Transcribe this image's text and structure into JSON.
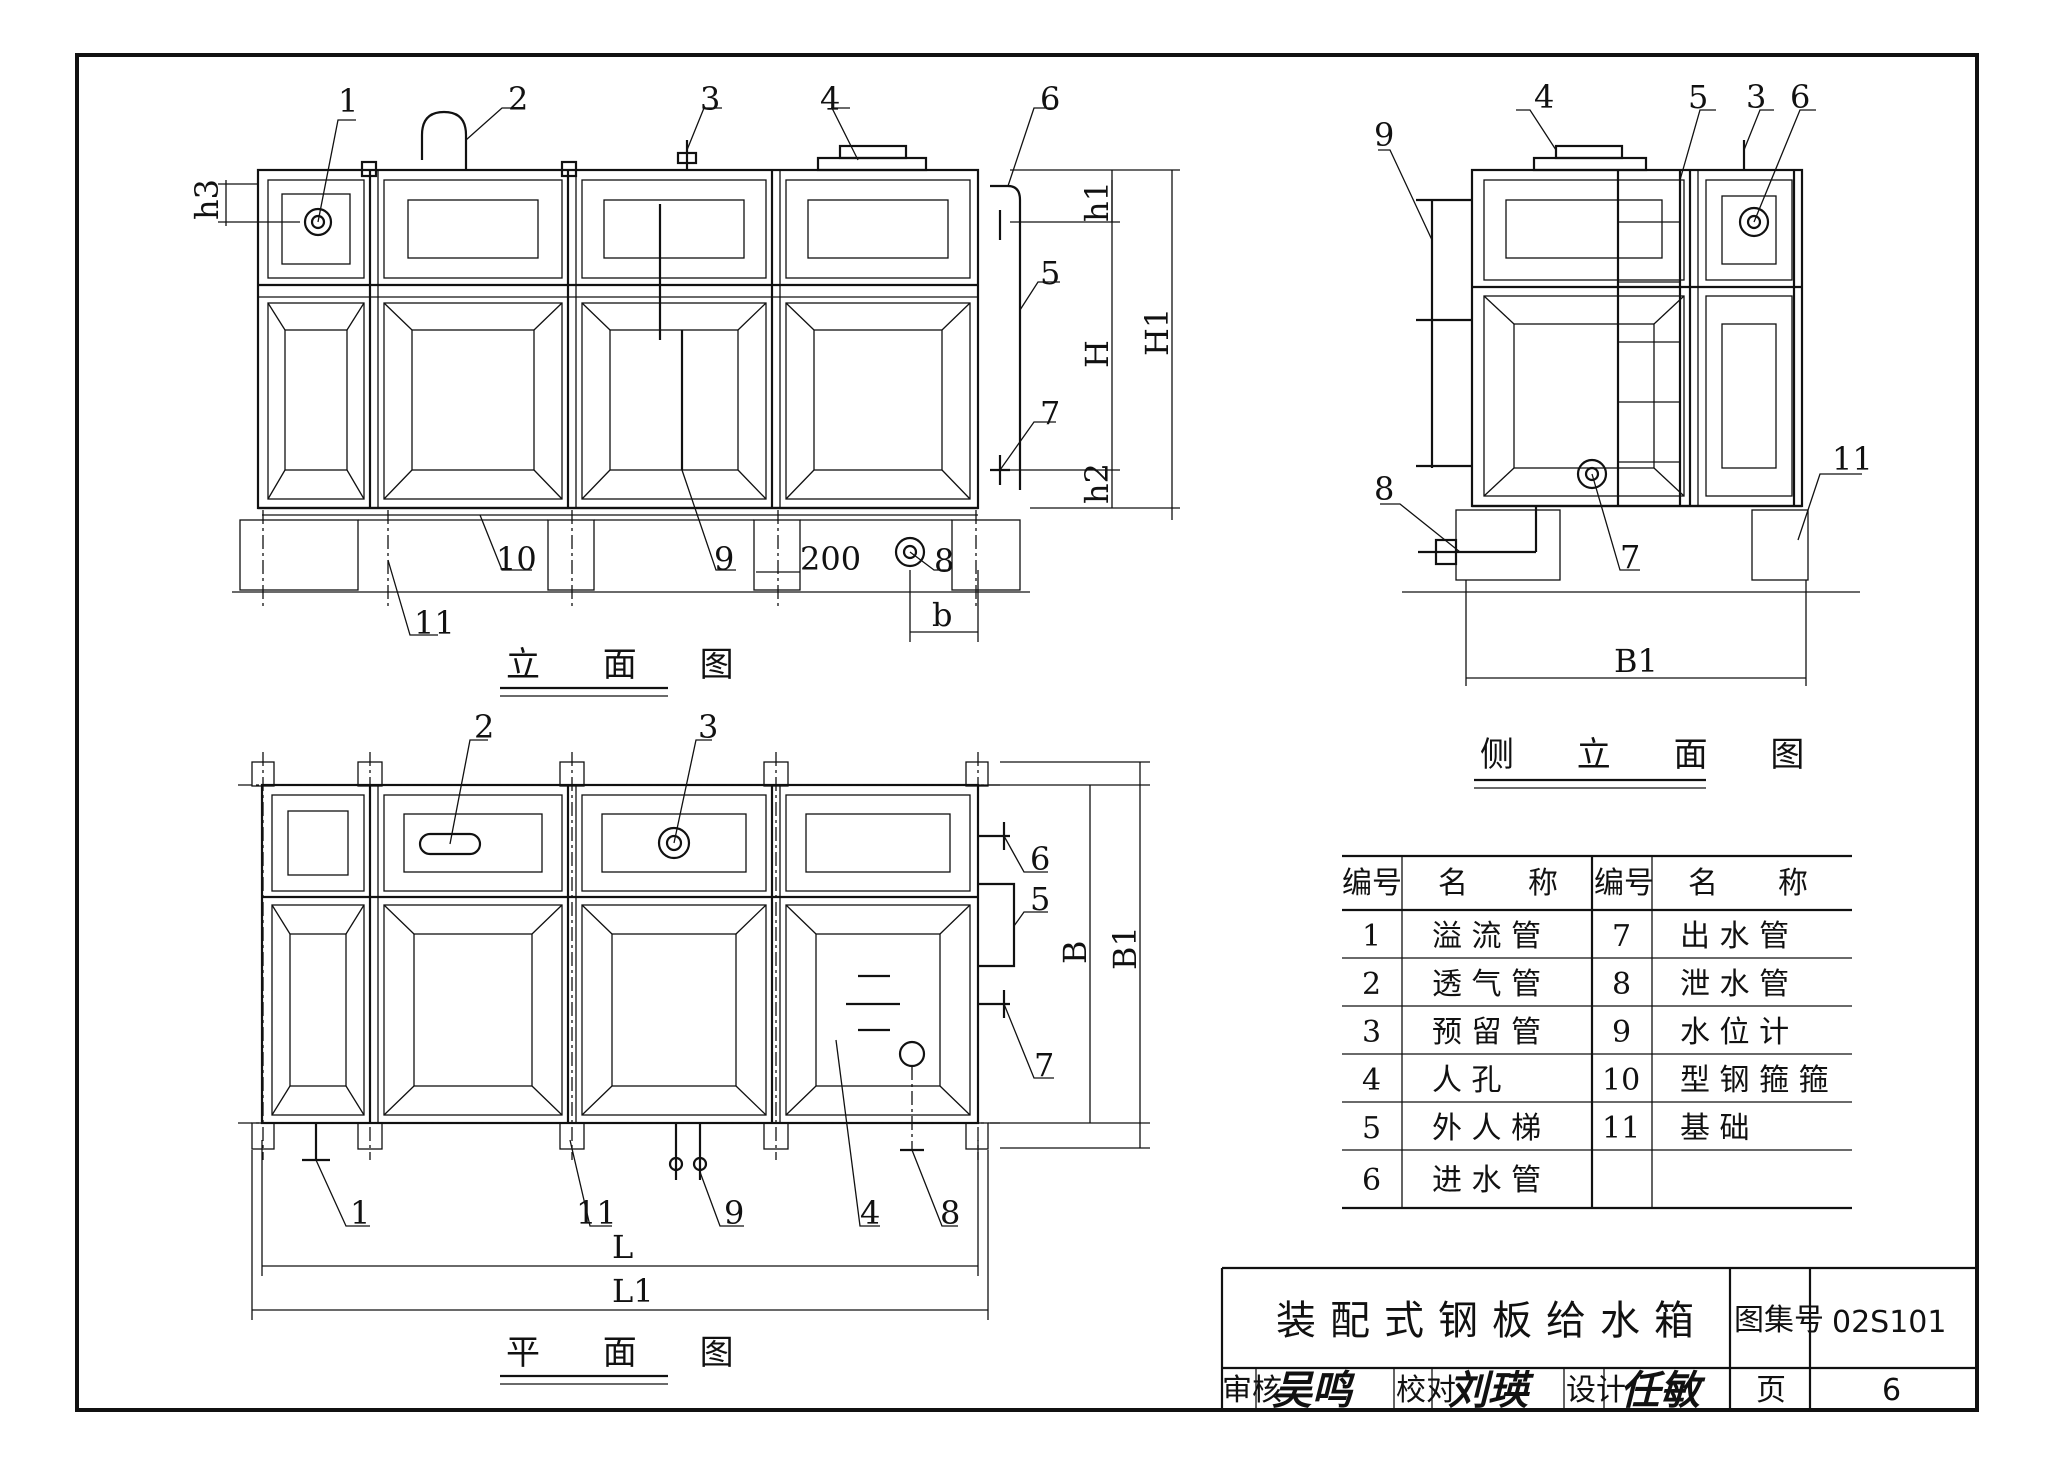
{
  "views": {
    "front_title": "立 面 图",
    "side_title": "侧 立 面 图",
    "plan_title": "平 面 图"
  },
  "front": {
    "callouts": [
      "1",
      "2",
      "3",
      "4",
      "6",
      "5",
      "7",
      "9",
      "10",
      "200",
      "8",
      "11"
    ],
    "dims": {
      "h3": "h3",
      "h1": "h1",
      "H": "H",
      "H1": "H1",
      "h2": "h2",
      "b": "b"
    }
  },
  "side": {
    "callouts": [
      "9",
      "4",
      "5",
      "3",
      "6",
      "11",
      "8",
      "7"
    ],
    "dims": {
      "B1": "B1"
    }
  },
  "plan": {
    "callouts": [
      "2",
      "3",
      "6",
      "5",
      "7",
      "1",
      "11",
      "9",
      "4",
      "8"
    ],
    "dims": {
      "B": "B",
      "B1": "B1",
      "L": "L",
      "L1": "L1"
    }
  },
  "legend": {
    "headers": [
      "编号",
      "名　　称",
      "编号",
      "名　　称"
    ],
    "rows": [
      [
        "1",
        "溢 流 管",
        "7",
        "出 水 管"
      ],
      [
        "2",
        "透 气 管",
        "8",
        "泄 水 管"
      ],
      [
        "3",
        "预 留 管",
        "9",
        "水 位 计"
      ],
      [
        "4",
        "人 孔",
        "10",
        "型 钢 箍 箍"
      ],
      [
        "5",
        "外 人 梯",
        "11",
        "基 础"
      ],
      [
        "6",
        "进 水 管",
        "",
        ""
      ]
    ]
  },
  "titleblock": {
    "title": "装配式钢板给水箱",
    "atlas_label": "图集号",
    "atlas_no": "02S101",
    "review_label": "审核",
    "review_sign": "吴鸣",
    "check_label": "校对",
    "check_sign": "刘瑛",
    "design_label": "设计",
    "design_sign": "任敏",
    "page_label": "页",
    "page_no": "6"
  }
}
